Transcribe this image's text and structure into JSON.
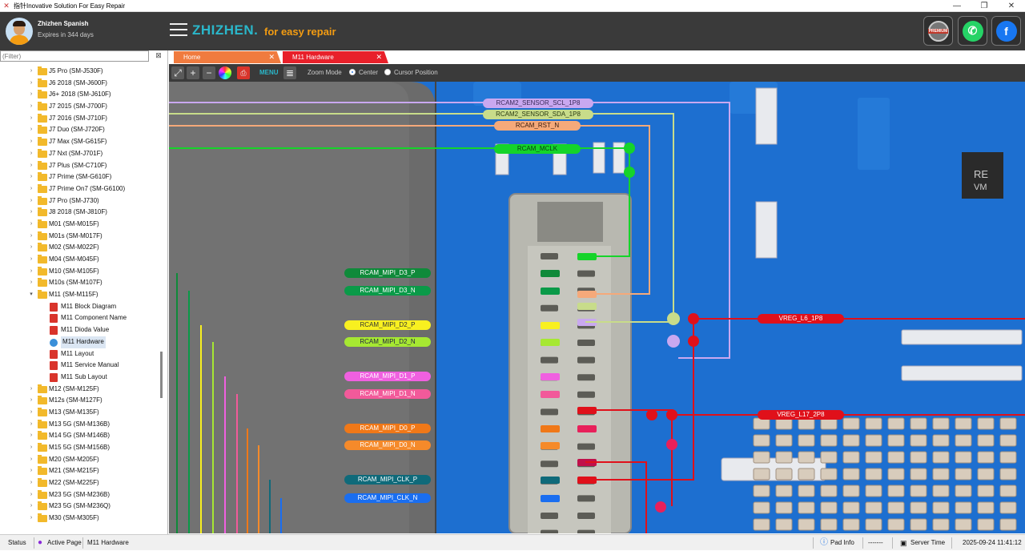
{
  "window": {
    "title": "指针Inovative Solution For Easy Repair",
    "controls": [
      "—",
      "❐",
      "✕"
    ]
  },
  "header": {
    "user_name": "Zhizhen Spanish",
    "expiry": "Expires in 344 days",
    "brand": "ZHIZHEN.",
    "tagline": "for easy repair",
    "buttons": [
      {
        "icon": "premium-badge-icon",
        "label": "PREMIUM",
        "color": "#c0392b"
      },
      {
        "icon": "whatsapp-icon",
        "label": "✆",
        "color": "#25d366"
      },
      {
        "icon": "facebook-icon",
        "label": "f",
        "color": "#1877f2"
      }
    ]
  },
  "sidebar": {
    "filter_placeholder": "(Filter)",
    "items": [
      {
        "label": "J5 Pro (SM-J530F)",
        "type": "folder"
      },
      {
        "label": "J6 2018 (SM-J600F)",
        "type": "folder"
      },
      {
        "label": "J6+ 2018 (SM-J610F)",
        "type": "folder"
      },
      {
        "label": "J7 2015 (SM-J700F)",
        "type": "folder"
      },
      {
        "label": "J7 2016 (SM-J710F)",
        "type": "folder"
      },
      {
        "label": "J7 Duo (SM-J720F)",
        "type": "folder"
      },
      {
        "label": "J7 Max (SM-G615F)",
        "type": "folder"
      },
      {
        "label": "J7 Nxt (SM-J701F)",
        "type": "folder"
      },
      {
        "label": "J7 Plus (SM-C710F)",
        "type": "folder"
      },
      {
        "label": "J7 Prime (SM-G610F)",
        "type": "folder"
      },
      {
        "label": "J7 Prime On7 (SM-G6100)",
        "type": "folder"
      },
      {
        "label": "J7 Pro (SM-J730)",
        "type": "folder"
      },
      {
        "label": "J8 2018 (SM-J810F)",
        "type": "folder"
      },
      {
        "label": "M01 (SM-M015F)",
        "type": "folder"
      },
      {
        "label": "M01s (SM-M017F)",
        "type": "folder"
      },
      {
        "label": "M02 (SM-M022F)",
        "type": "folder"
      },
      {
        "label": "M04 (SM-M045F)",
        "type": "folder"
      },
      {
        "label": "M10 (SM-M105F)",
        "type": "folder"
      },
      {
        "label": "M10s (SM-M107F)",
        "type": "folder"
      },
      {
        "label": "M11 (SM-M115F)",
        "type": "folder-open"
      },
      {
        "label": "M11 Block Diagram",
        "type": "pdf"
      },
      {
        "label": "M11 Component Name",
        "type": "pdf"
      },
      {
        "label": "M11 Dioda Value",
        "type": "pdf"
      },
      {
        "label": "M11 Hardware",
        "type": "globe",
        "selected": true
      },
      {
        "label": "M11 Layout",
        "type": "pdf"
      },
      {
        "label": "M11 Service Manual",
        "type": "pdf"
      },
      {
        "label": "M11 Sub Layout",
        "type": "pdf"
      },
      {
        "label": "M12 (SM-M125F)",
        "type": "folder"
      },
      {
        "label": "M12s (SM-M127F)",
        "type": "folder"
      },
      {
        "label": "M13 (SM-M135F)",
        "type": "folder"
      },
      {
        "label": "M13 5G (SM-M136B)",
        "type": "folder"
      },
      {
        "label": "M14 5G (SM-M146B)",
        "type": "folder"
      },
      {
        "label": "M15 5G (SM-M156B)",
        "type": "folder"
      },
      {
        "label": "M20 (SM-M205F)",
        "type": "folder"
      },
      {
        "label": "M21 (SM-M215F)",
        "type": "folder"
      },
      {
        "label": "M22 (SM-M225F)",
        "type": "folder"
      },
      {
        "label": "M23 5G (SM-M236B)",
        "type": "folder"
      },
      {
        "label": "M23 5G (SM-M236Q)",
        "type": "folder"
      },
      {
        "label": "M30 (SM-M305F)",
        "type": "folder"
      }
    ]
  },
  "tabs": [
    {
      "label": "Home",
      "color": "#f07b3f"
    },
    {
      "label": "M11 Hardware",
      "color": "#e8202a"
    }
  ],
  "toolbar": {
    "menu_label": "MENU",
    "zoom_mode_label": "Zoom Mode",
    "options": [
      {
        "label": "Center",
        "selected": true
      },
      {
        "label": "Cursor Position",
        "selected": false
      }
    ]
  },
  "nets": {
    "rcam2_sensor_scl": {
      "label": "RCAM2_SENSOR_SCL_1P8",
      "color": "#c9a8f0"
    },
    "rcam2_sensor_sda": {
      "label": "RCAM2_SENSOR_SDA_1P8",
      "color": "#c8dc8a"
    },
    "rcam_rst": {
      "label": "RCAM_RST_N",
      "color": "#f5a97a"
    },
    "rcam_mclk": {
      "label": "RCAM_MCLK",
      "color": "#15d42a"
    },
    "mipi_d3_p": {
      "label": "RCAM_MIPI_D3_P",
      "color": "#0f8a3a"
    },
    "mipi_d3_n": {
      "label": "RCAM_MIPI_D3_N",
      "color": "#0a9a48"
    },
    "mipi_d2_p": {
      "label": "RCAM_MIPI_D2_P",
      "color": "#f8f020"
    },
    "mipi_d2_n": {
      "label": "RCAM_MIPI_D2_N",
      "color": "#a6e832"
    },
    "mipi_d1_p": {
      "label": "RCAM_MIPI_D1_P",
      "color": "#f060e0"
    },
    "mipi_d1_n": {
      "label": "RCAM_MIPI_D1_N",
      "color": "#f25a9a"
    },
    "mipi_d0_p": {
      "label": "RCAM_MIPI_D0_P",
      "color": "#f07818"
    },
    "mipi_d0_n": {
      "label": "RCAM_MIPI_D0_N",
      "color": "#f58a2a"
    },
    "mipi_clk_p": {
      "label": "RCAM_MIPI_CLK_P",
      "color": "#0f6a7a"
    },
    "mipi_clk_n": {
      "label": "RCAM_MIPI_CLK_N",
      "color": "#1a6ef0"
    },
    "vreg_l6": {
      "label": "VREG_L6_1P8",
      "color": "#e0101a"
    },
    "vreg_l17": {
      "label": "VREG_L17_2P8",
      "color": "#e0101a"
    }
  },
  "board_marking": [
    "RE",
    "VM"
  ],
  "statusbar": {
    "status": "Status",
    "active_page_label": "Active Page",
    "active_page": "M11 Hardware",
    "pad_info": "Pad Info",
    "pad_value": "-------",
    "server_time_label": "Server Time",
    "server_time": "2025-09-24 11:41:12"
  }
}
